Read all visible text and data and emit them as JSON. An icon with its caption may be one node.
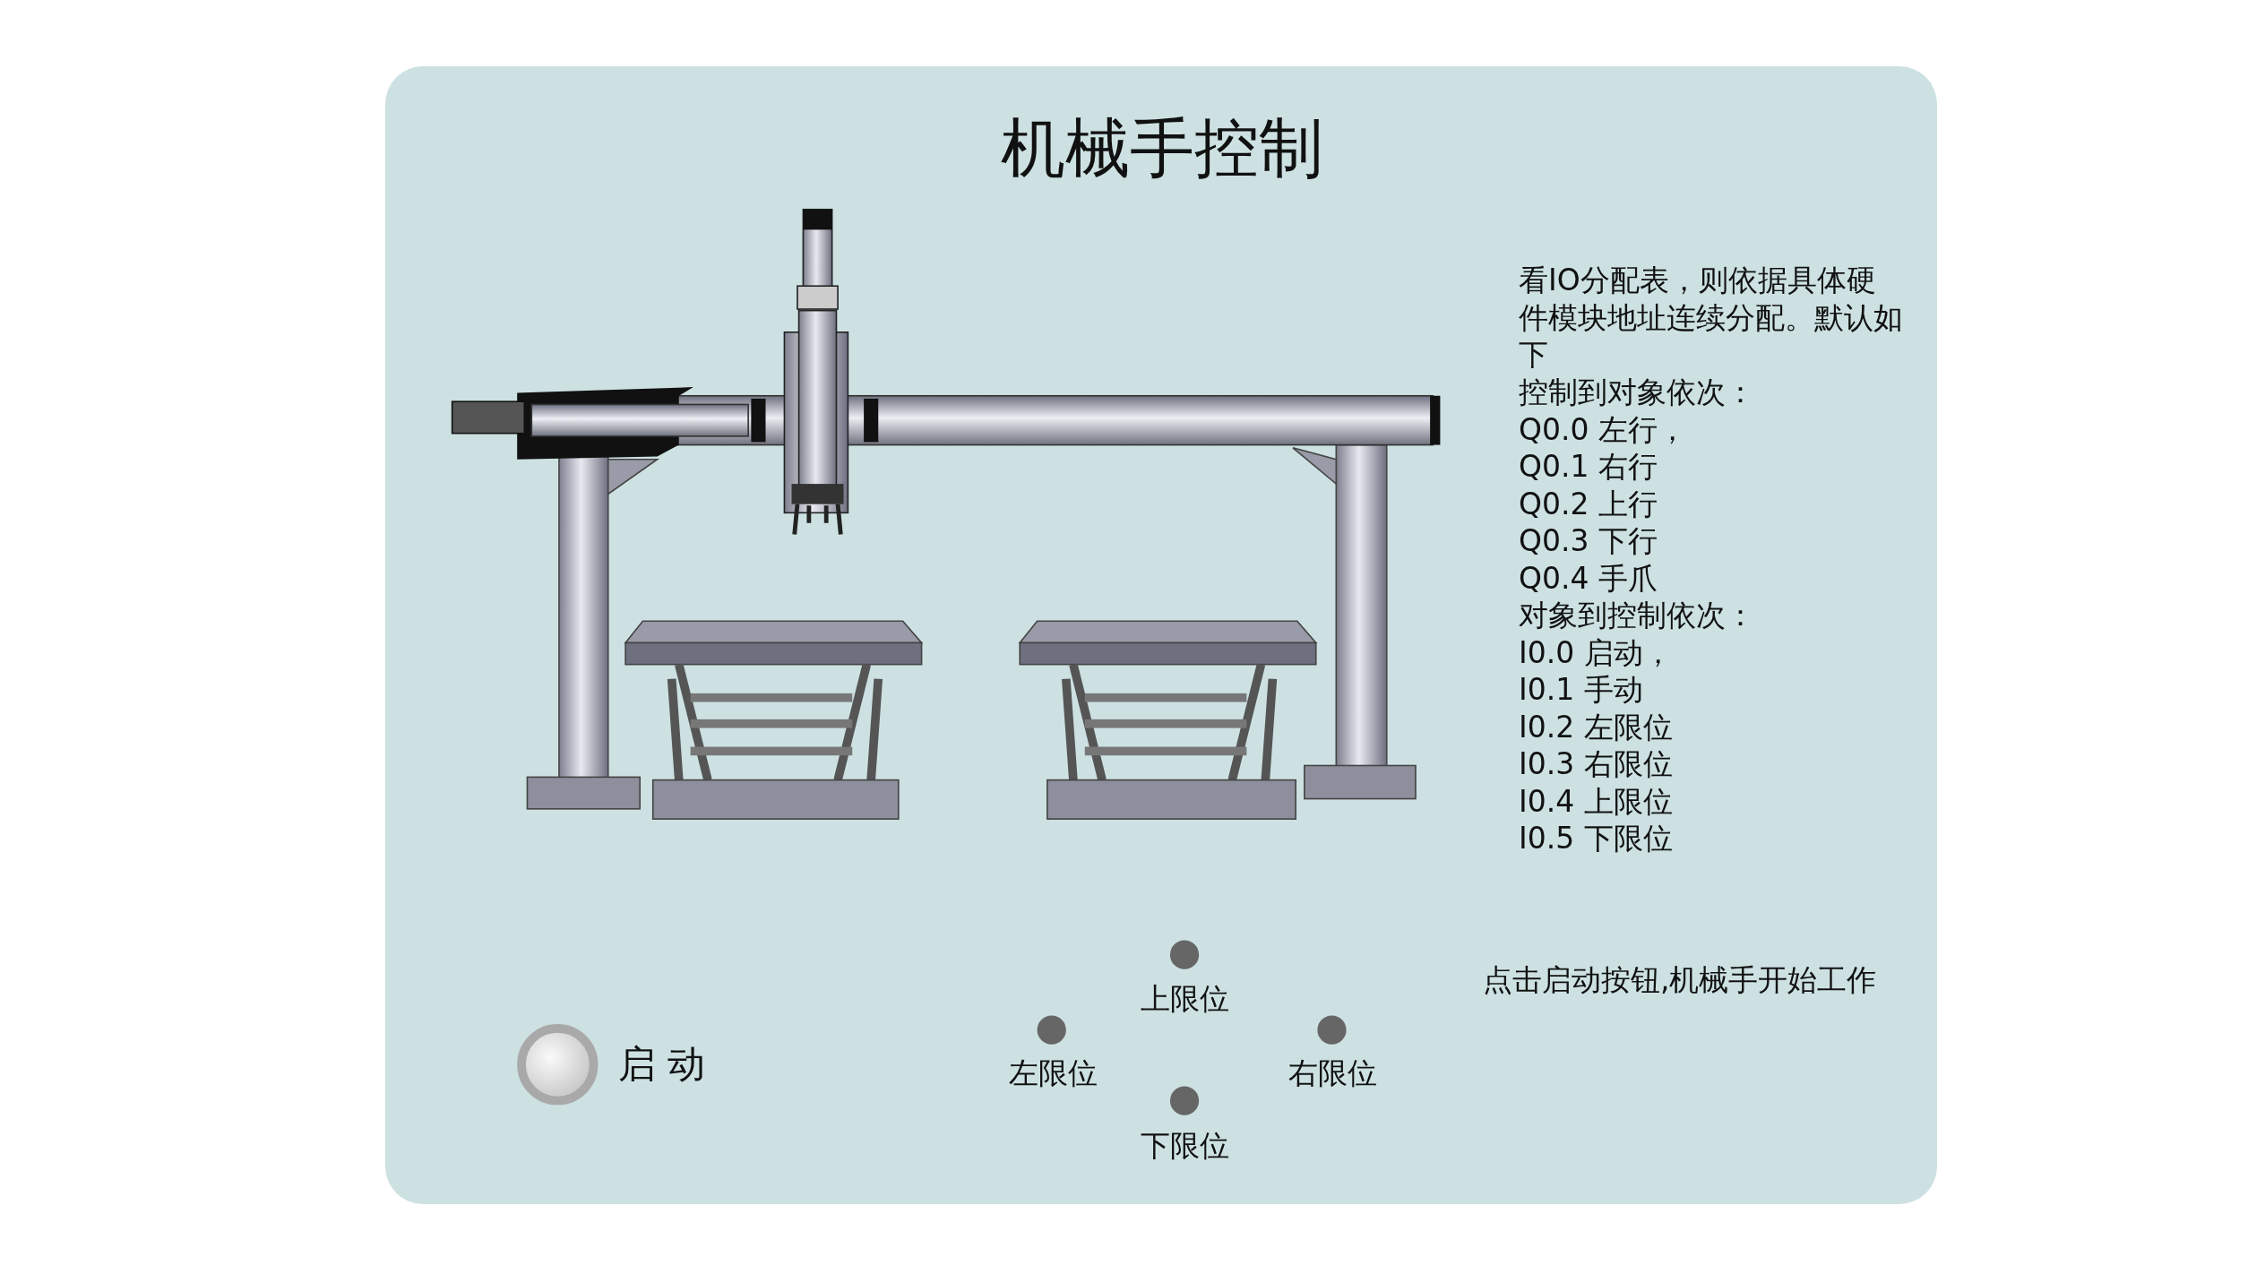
{
  "diagram": {
    "title": "机械手控制",
    "labels": [
      "看IO分配表，则依据具体硬件模块地址连续分配。默认如下",
      "控制到对象依次：",
      "Q0.0 左行，",
      "Q0.1 右行",
      "Q0.2 上行",
      "Q0.3 下行",
      "Q0.4 手爪",
      "对象到控制依次：",
      "I0.0 启动，",
      "I0.1 手动",
      "I0.2 左限位",
      "I0.3 右限位",
      "I0.4 上限位",
      "I0.5 下限位",
      "启 动",
      "上限位",
      "左限位",
      "右限位",
      "下限位",
      "点击启动按钮,机械手开始工作"
    ]
  }
}
